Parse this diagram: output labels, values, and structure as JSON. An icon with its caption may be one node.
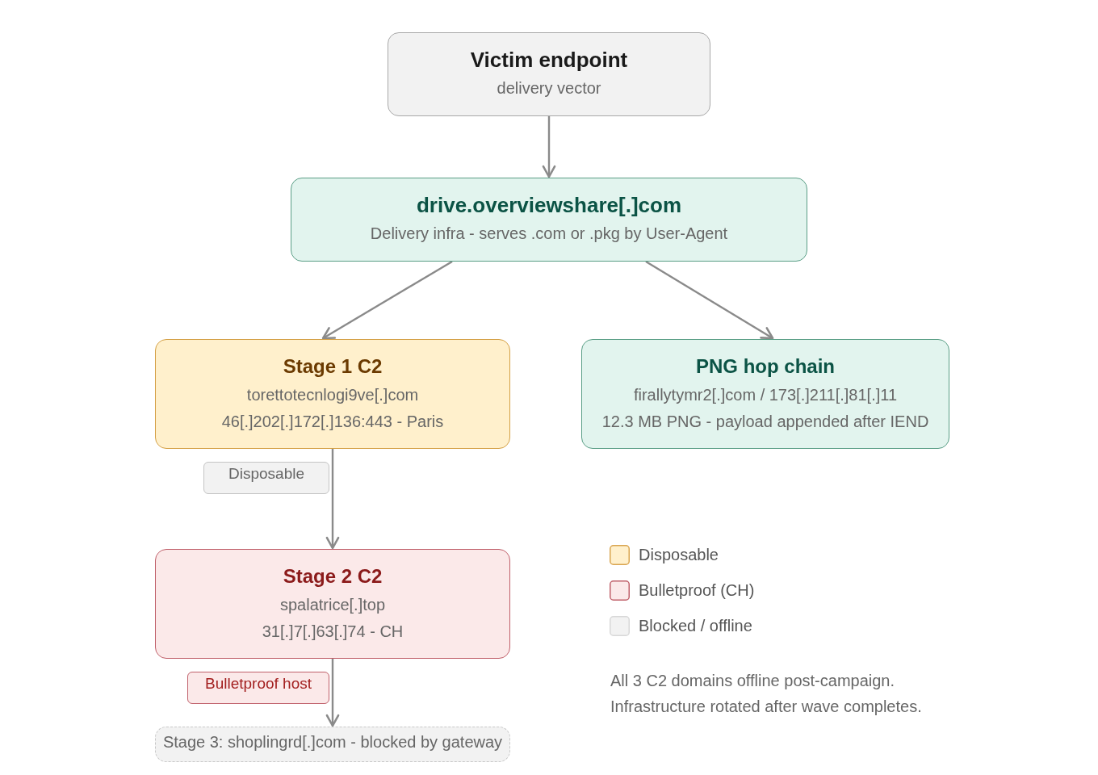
{
  "diagram": {
    "nodes": [
      {
        "text": [
          "Victim endpoint",
          "delivery vector"
        ]
      },
      {
        "text": [
          "drive.overviewshare[.]com",
          "Delivery infra - serves .com or .pkg by User-Agent"
        ]
      },
      {
        "text": [
          "Stage 1 C2",
          "torettotecnlogi9ve[.]com",
          "46[.]202[.]172[.]136:443 - Paris"
        ]
      },
      {
        "text": [
          "PNG hop chain",
          "firallytymr2[.]com / 173[.]211[.]81[.]11",
          "12.3 MB PNG - payload appended after IEND"
        ]
      },
      {
        "text": [
          "Stage 2 C2",
          "spalatrice[.]top",
          "31[.]7[.]63[.]74 - CH"
        ]
      },
      {
        "text": [
          "Stage 3: shoplingrd[.]com - blocked by gateway"
        ]
      }
    ],
    "edges": [
      {
        "from": 0,
        "to": 1,
        "arrow": "to"
      },
      {
        "from": 1,
        "to": 2,
        "arrow": "to"
      },
      {
        "from": 1,
        "to": 3,
        "arrow": "to"
      },
      {
        "from": 2,
        "to": 4,
        "arrow": "to",
        "label": "Disposable"
      },
      {
        "from": 4,
        "to": 5,
        "arrow": "to",
        "label": "Bulletproof host"
      }
    ],
    "labels": [
      "All 3 C2 domains offline post-campaign. Infrastructure rotated after wave completes."
    ],
    "legend": [
      {
        "text": "Disposable",
        "color": "#fff0cc"
      },
      {
        "text": "Bulletproof (CH)",
        "color": "#fbe9e9"
      },
      {
        "text": "Blocked / offline",
        "color": "#f2f2f2"
      }
    ]
  }
}
